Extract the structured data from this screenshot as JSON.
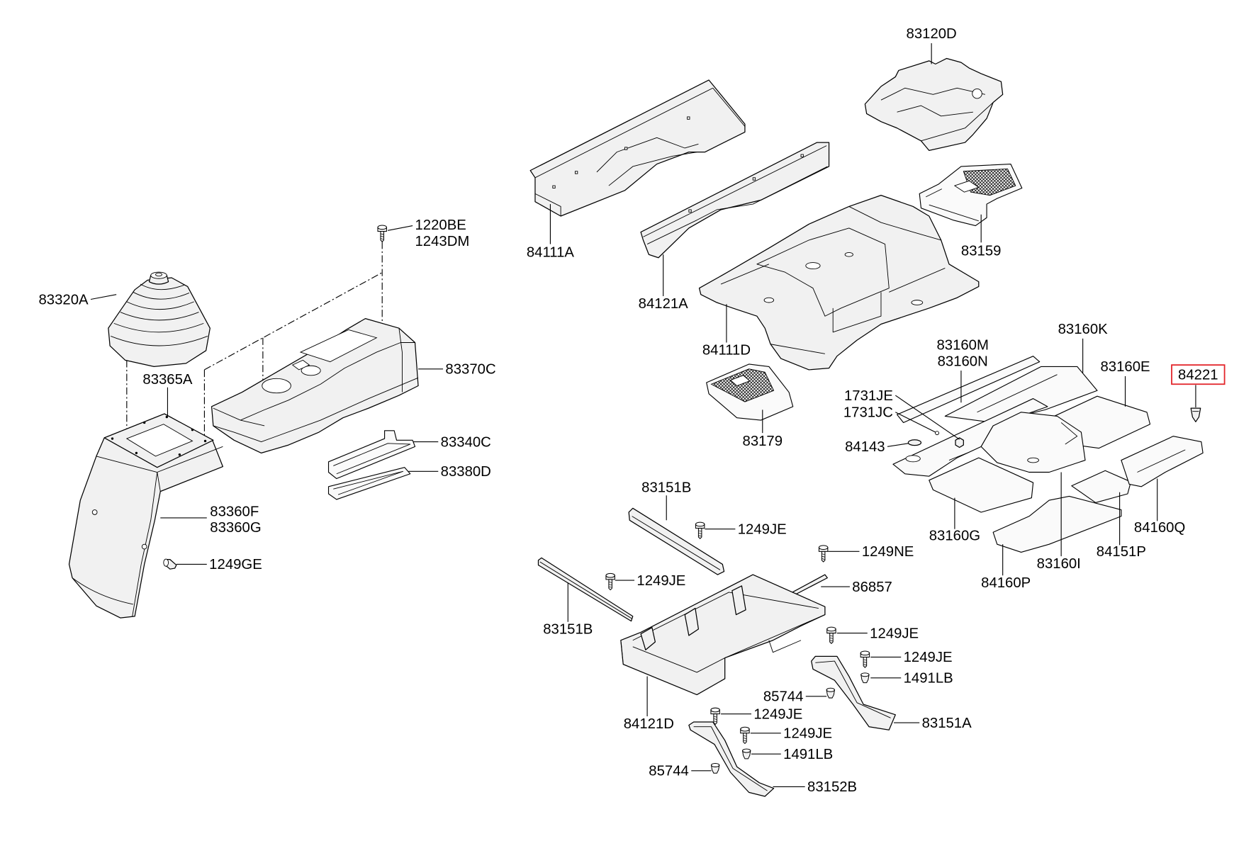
{
  "selected_part": "84221",
  "callouts": [
    "83120D",
    "84111A",
    "84121A",
    "83159",
    "84111D",
    "83160K",
    "83160M",
    "83160N",
    "83160E",
    "1731JE",
    "1731JC",
    "84143",
    "83179",
    "1220BE",
    "1243DM",
    "83320A",
    "83365A",
    "83370C",
    "83340C",
    "83380D",
    "83360F",
    "83360G",
    "1249GE",
    "83151B",
    "1249JE",
    "1249NE",
    "1249JE",
    "86857",
    "83151B",
    "83160G",
    "83160I",
    "84151P",
    "84160Q",
    "84160P",
    "1249JE",
    "1249JE",
    "1491LB",
    "85744",
    "83151A",
    "84121D",
    "1249JE",
    "1249JE",
    "1491LB",
    "85744",
    "83152B"
  ],
  "colors": {
    "highlight": "#e3262b",
    "part_fill": "#f1f1f1",
    "line": "#000000"
  }
}
